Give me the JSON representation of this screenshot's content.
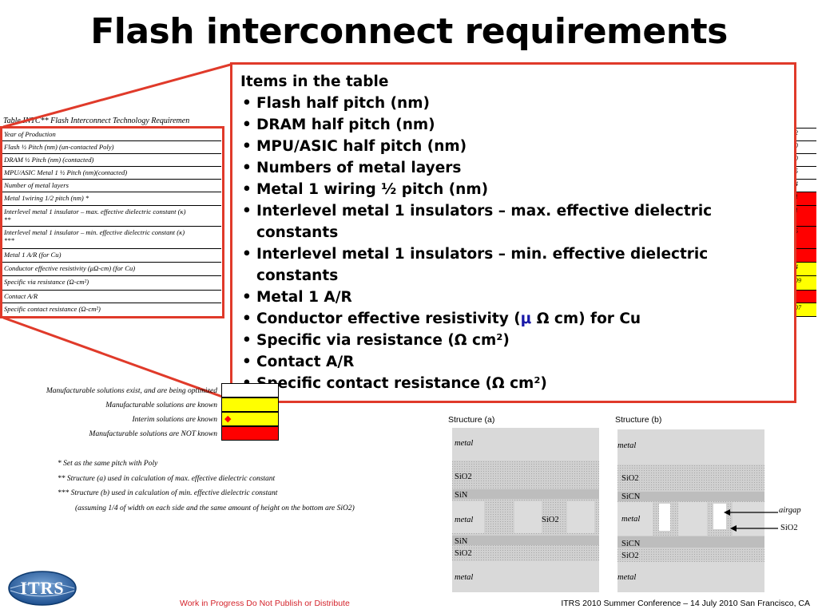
{
  "page": {
    "title": "Flash interconnect requirements"
  },
  "table": {
    "caption": "Table INTC**     Flash Interconnect Technology Requiremen",
    "rows": [
      "Year of Production",
      "Flash ½ Pitch (nm) (un-contacted Poly)",
      "DRAM ½ Pitch (nm) (contacted)",
      "MPU/ASIC Metal 1 ½ Pitch (nm)(contacted)",
      "Number of metal layers",
      "Metal 1wiring 1/2 pitch (nm) *",
      "Interlevel metal 1 insulator – max. effective dielectric constant (κ)",
      "**",
      "Interlevel metal 1 insulator – min. effective dielectric constant (κ)",
      "***",
      "Metal 1 A/R (for Cu)",
      "Conductor effective resistivity (μΩ-cm) (for Cu)",
      "Specific via resistance (Ω-cm²)",
      "Contact A/R",
      "Specific contact resistance (Ω-cm²)"
    ],
    "right_fragments": [
      "2",
      "0",
      "0",
      "5",
      "4",
      "1",
      "1",
      "5",
      "",
      "4",
      "09",
      "",
      "07"
    ]
  },
  "callout": {
    "heading": "Items in the table",
    "items": [
      "Flash half pitch (nm)",
      "DRAM half pitch (nm)",
      "MPU/ASIC half pitch (nm)",
      "Numbers of metal layers",
      "Metal 1 wiring ½ pitch (nm)",
      "Interlevel metal 1 insulators – max. effective dielectric constants",
      "Interlevel metal 1 insulators – min. effective dielectric constants",
      "Metal 1 A/R"
    ],
    "item_resistivity": {
      "pre": "Conductor effective resistivity (",
      "mu": "μ",
      "post": " Ω cm) for Cu"
    },
    "item_via": "Specific via resistance (Ω cm²)",
    "item_contact_ar": "Contact A/R",
    "item_contact_res": "Specific contact resistance (Ω cm²)"
  },
  "legend": [
    {
      "label": "Manufacturable solutions exist, and are being optimized",
      "color": "#ffffff"
    },
    {
      "label": "Manufacturable solutions are known",
      "color": "#ffff00"
    },
    {
      "label": "Interim solutions are known",
      "color": "#ffff00"
    },
    {
      "label": "Manufacturable solutions are NOT known",
      "color": "#ff0000"
    }
  ],
  "notes": [
    "* Set as the same pitch with Poly",
    "** Structure (a) used in calculation of max. effective dielectric constant",
    "*** Structure (b) used in calculation of min. effective dielectric constant",
    "(assuming 1/4 of width on each side and the same amount of height on the bottom are SiO2)"
  ],
  "structure_a": {
    "title": "Structure (a)",
    "labels": {
      "metal_top": "metal",
      "sio2_1": "SiO2",
      "sin_1": "SiN",
      "metal_mid": "metal",
      "sio2_mid": "SiO2",
      "sin_2": "SiN",
      "sio2_2": "SiO2",
      "metal_bot": "metal"
    }
  },
  "structure_b": {
    "title": "Structure (b)",
    "labels": {
      "metal_top": "metal",
      "sio2_1": "SiO2",
      "sicn_1": "SiCN",
      "metal_mid": "metal",
      "sicn_2": "SiCN",
      "sio2_2": "SiO2",
      "metal_bot": "metal",
      "airgap": "airgap",
      "sio2_side": "SiO2"
    }
  },
  "footer": {
    "left": "Work in Progress   Do Not Publish or Distribute",
    "right": "ITRS 2010 Summer Conference – 14 July 2010 San Francisco, CA",
    "logo_text": "ITRS"
  }
}
